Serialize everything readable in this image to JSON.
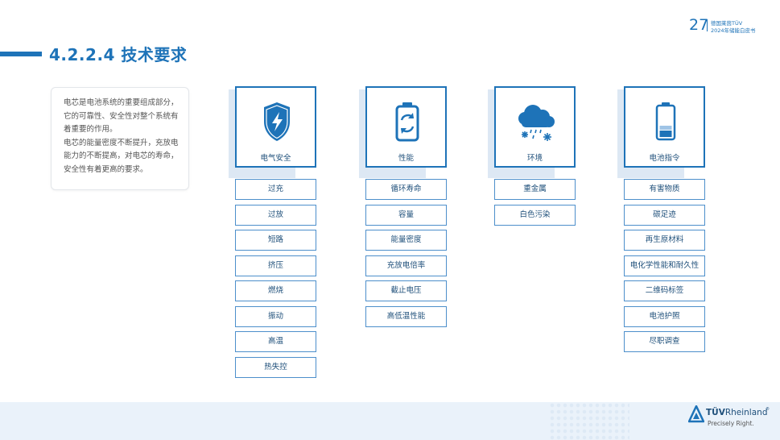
{
  "header": {
    "page_number": "27",
    "publisher": "德国莱茵TÜV",
    "report": "2024年储能白皮书"
  },
  "section": {
    "title": "4.2.2.4 技术要求"
  },
  "intro": {
    "paragraph1": "电芯是电池系统的重要组成部分，它的可靠性、安全性对整个系统有着重要的作用。",
    "paragraph2": "电芯的能量密度不断提升，充放电能力的不断提高，对电芯的寿命，安全性有着更高的要求。"
  },
  "categories": [
    {
      "label": "电气安全",
      "icon": "shield-lightning-icon",
      "items": [
        "过充",
        "过放",
        "短路",
        "挤压",
        "燃烧",
        "振动",
        "高温",
        "热失控"
      ]
    },
    {
      "label": "性能",
      "icon": "battery-cycle-icon",
      "items": [
        "循环寿命",
        "容量",
        "能量密度",
        "充放电倍率",
        "截止电压",
        "高低温性能"
      ]
    },
    {
      "label": "环境",
      "icon": "cloud-snow-icon",
      "items": [
        "重金属",
        "白色污染"
      ]
    },
    {
      "label": "电池指令",
      "icon": "battery-level-icon",
      "items": [
        "有害物质",
        "碳足迹",
        "再生原材料",
        "电化学性能和耐久性",
        "二维码标签",
        "电池护照",
        "尽职调查"
      ]
    }
  ],
  "footer": {
    "brand_prefix": "TÜV",
    "brand_name": "Rheinland",
    "registered": "®",
    "slogan": "Precisely Right."
  },
  "colors": {
    "accent": "#1e73b8",
    "dark_text": "#1e4f7a",
    "footer_bg": "#eaf2fa"
  }
}
